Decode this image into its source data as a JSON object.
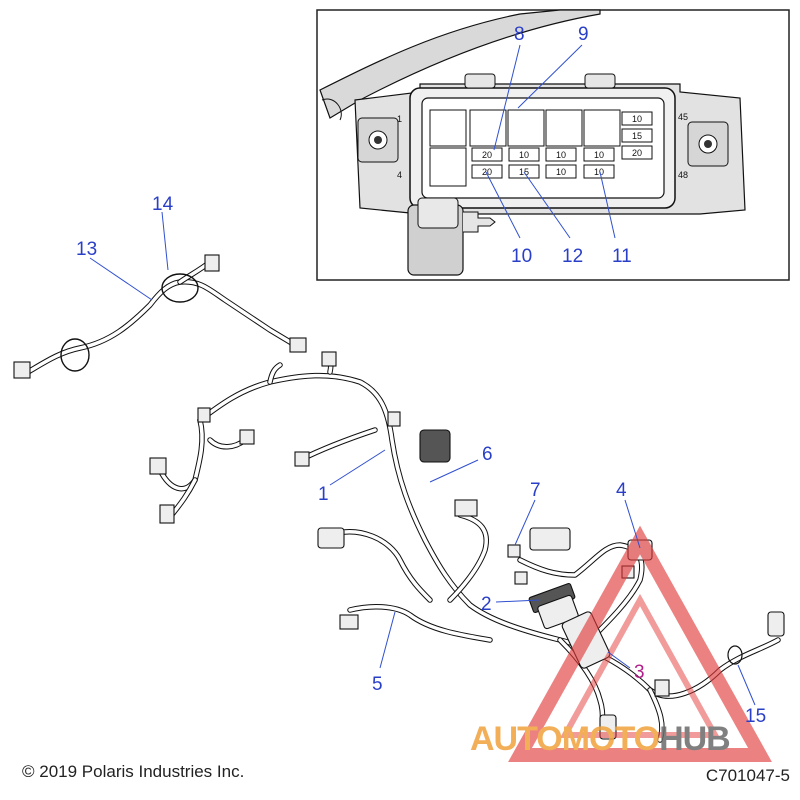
{
  "figure_id": "C701047-5",
  "copyright": "© 2019 Polaris Industries Inc.",
  "watermark": "AUTOMOTOHUB",
  "colors": {
    "callout": "#2a3fc8",
    "callout_alt": "#b0208a",
    "line_art": "#111111",
    "inset_bg": "#dcdcdc",
    "watermark_red": "#e23a3a",
    "watermark_orange": "#f0a23c",
    "watermark_gray": "#6b6b6b"
  },
  "callouts": [
    {
      "id": "1",
      "label": "1"
    },
    {
      "id": "2",
      "label": "2"
    },
    {
      "id": "3",
      "label": "3"
    },
    {
      "id": "4",
      "label": "4"
    },
    {
      "id": "5",
      "label": "5"
    },
    {
      "id": "6",
      "label": "6"
    },
    {
      "id": "7",
      "label": "7"
    },
    {
      "id": "8",
      "label": "8"
    },
    {
      "id": "9",
      "label": "9"
    },
    {
      "id": "10",
      "label": "10"
    },
    {
      "id": "11",
      "label": "11"
    },
    {
      "id": "12",
      "label": "12"
    },
    {
      "id": "13",
      "label": "13"
    },
    {
      "id": "14",
      "label": "14"
    },
    {
      "id": "15",
      "label": "15"
    }
  ],
  "fuse_box": {
    "fuses": [
      "20",
      "10",
      "10",
      "10",
      "20",
      "15",
      "10",
      "10",
      "10",
      "15",
      "20"
    ],
    "corner_labels": [
      "45",
      "48",
      "4",
      "1"
    ]
  }
}
